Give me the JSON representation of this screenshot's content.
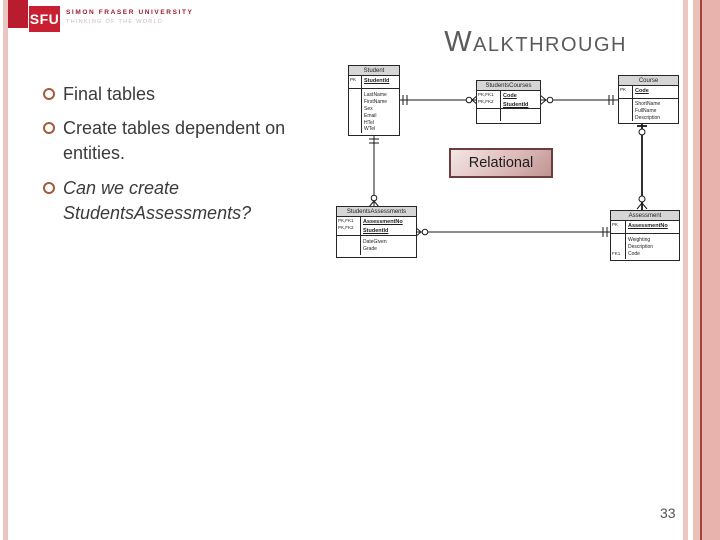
{
  "slide": {
    "title": "Walkthrough",
    "page_number": "33"
  },
  "logo": {
    "acronym": "SFU",
    "university": "SIMON FRASER UNIVERSITY",
    "tagline": "THINKING OF THE WORLD"
  },
  "bullets": [
    "Final tables",
    "Create tables dependent on entities.",
    "Can we create StudentsAssessments?"
  ],
  "diagram": {
    "label": "Relational",
    "tables": {
      "student": {
        "title": "Student",
        "key_rows": [
          {
            "key": "PK",
            "field": "StudentId"
          }
        ],
        "fields": [
          "LastName",
          "FirstName",
          "Sex",
          "Email",
          "HTel",
          "WTel"
        ]
      },
      "students_courses": {
        "title": "StudentsCourses",
        "key_rows": [
          {
            "key": "PK,FK1",
            "field": "Code"
          },
          {
            "key": "PK,FK2",
            "field": "StudentId"
          }
        ],
        "fields": []
      },
      "course": {
        "title": "Course",
        "key_rows": [
          {
            "key": "PK",
            "field": "Code"
          }
        ],
        "fields": [
          "ShortName",
          "FullName",
          "Description"
        ]
      },
      "students_assessments": {
        "title": "StudentsAssessments",
        "key_rows": [
          {
            "key": "PK,FK1",
            "field": "AssessmentNo"
          },
          {
            "key": "PK,FK2",
            "field": "StudentId"
          }
        ],
        "fields": [
          "DateGiven",
          "Grade"
        ]
      },
      "assessment": {
        "title": "Assessment",
        "key_rows": [
          {
            "key": "PK",
            "field": "AssessmentNo"
          }
        ],
        "fields": [
          "Weighting",
          "Description",
          "Code"
        ],
        "fk_label": "FK1"
      }
    },
    "relationships": [
      {
        "from": "Student",
        "to": "StudentsCourses",
        "type": "one-to-many"
      },
      {
        "from": "Course",
        "to": "StudentsCourses",
        "type": "one-to-many"
      },
      {
        "from": "Student",
        "to": "StudentsAssessments",
        "type": "one-to-many"
      },
      {
        "from": "Course",
        "to": "Assessment",
        "type": "one-to-many"
      },
      {
        "from": "Assessment",
        "to": "StudentsAssessments",
        "type": "one-to-many"
      }
    ]
  },
  "colors": {
    "brand_red": "#c82032",
    "stripe_pink": "#e9c0ba",
    "stripe_dark_red": "#a84334",
    "bullet_ring": "#a5593d",
    "title_gray": "#5b5b5b",
    "table_header_gray": "#d6d6d6",
    "relational_border": "#6e3c3c"
  }
}
